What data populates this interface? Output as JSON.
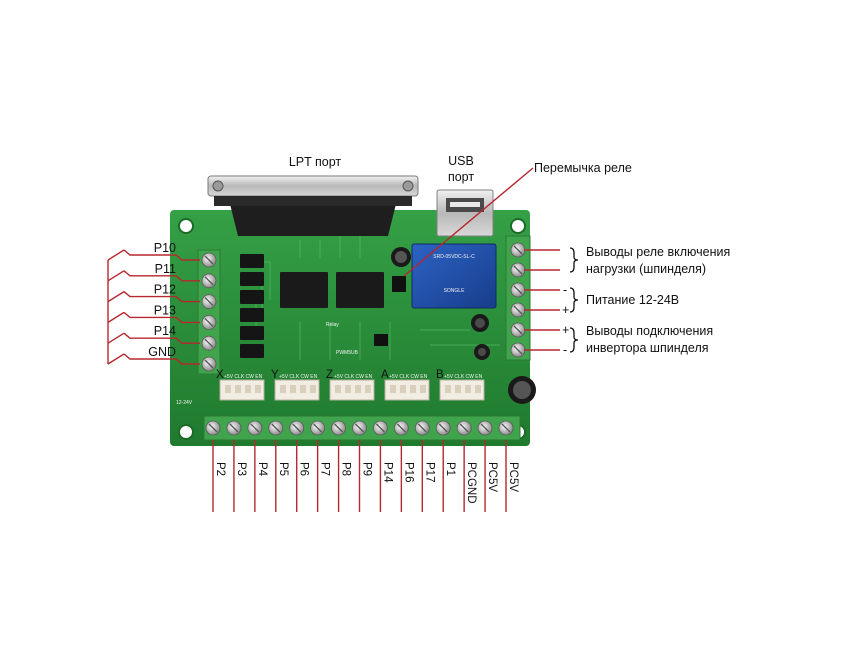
{
  "labels": {
    "lpt_port": "LPT порт",
    "usb_line1": "USB",
    "usb_line2": "порт",
    "relay_jumper": "Перемычка реле",
    "relay_outputs_line1": "Выводы реле включения",
    "relay_outputs_line2": "нагрузки (шпинделя)",
    "power": "Питание 12-24В",
    "inverter_line1": "Выводы подключения",
    "inverter_line2": "инвертора шпинделя",
    "minus": "-",
    "plus": "+"
  },
  "left_pins": [
    "P10",
    "P11",
    "P12",
    "P13",
    "P14",
    "GND"
  ],
  "bottom_pins": [
    "P2",
    "P3",
    "P4",
    "P5",
    "P6",
    "P7",
    "P8",
    "P9",
    "P14",
    "P16",
    "P17",
    "P1",
    "PCGND",
    "PC5V",
    "PC5V"
  ],
  "axis_headers": [
    "X",
    "Y",
    "Z",
    "A",
    "B"
  ],
  "header_pinout": "+5V CLK CW EN",
  "relay_part": "SRD-05VDC-SL-C",
  "relay_brand": "SONGLE",
  "board_marks": {
    "voltage": "12-24V",
    "relay_tag": "Relay",
    "pwm_tag": "PWM5UB"
  },
  "colors": {
    "pcb": "#2e8b3a",
    "terminal": "#3fa44c",
    "relay": "#1f4ea6",
    "leader": "#b5282f"
  }
}
